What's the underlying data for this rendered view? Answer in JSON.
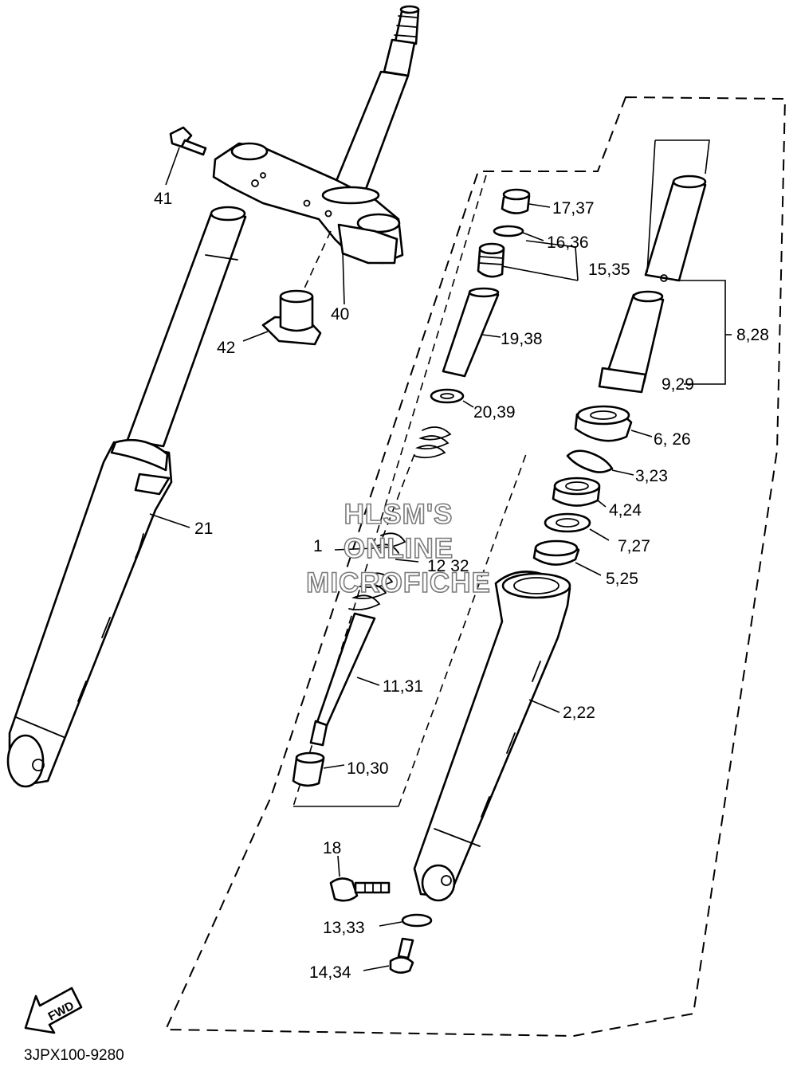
{
  "labels": {
    "l1": "1",
    "l2_22": "2,22",
    "l3_23": "3,23",
    "l4_24": "4,24",
    "l5_25": "5,25",
    "l6_26": "6, 26",
    "l7_27": "7,27",
    "l8_28": "8,28",
    "l9_29": "9,29",
    "l10_30": "10,30",
    "l11_31": "11,31",
    "l12_32": "12 32",
    "l13_33": "13,33",
    "l14_34": "14,34",
    "l15_35": "15,35",
    "l16_36": "16,36",
    "l17_37": "17,37",
    "l18": "18",
    "l19_38": "19,38",
    "l20_39": "20,39",
    "l21": "21",
    "l40": "40",
    "l41": "41",
    "l42": "42"
  },
  "watermark": {
    "line1": "HLSM'S",
    "line2": "ONLINE",
    "line3": "MICROFICHE"
  },
  "fwd_arrow": "FWD",
  "diagram_code": "3JPX100-9280"
}
